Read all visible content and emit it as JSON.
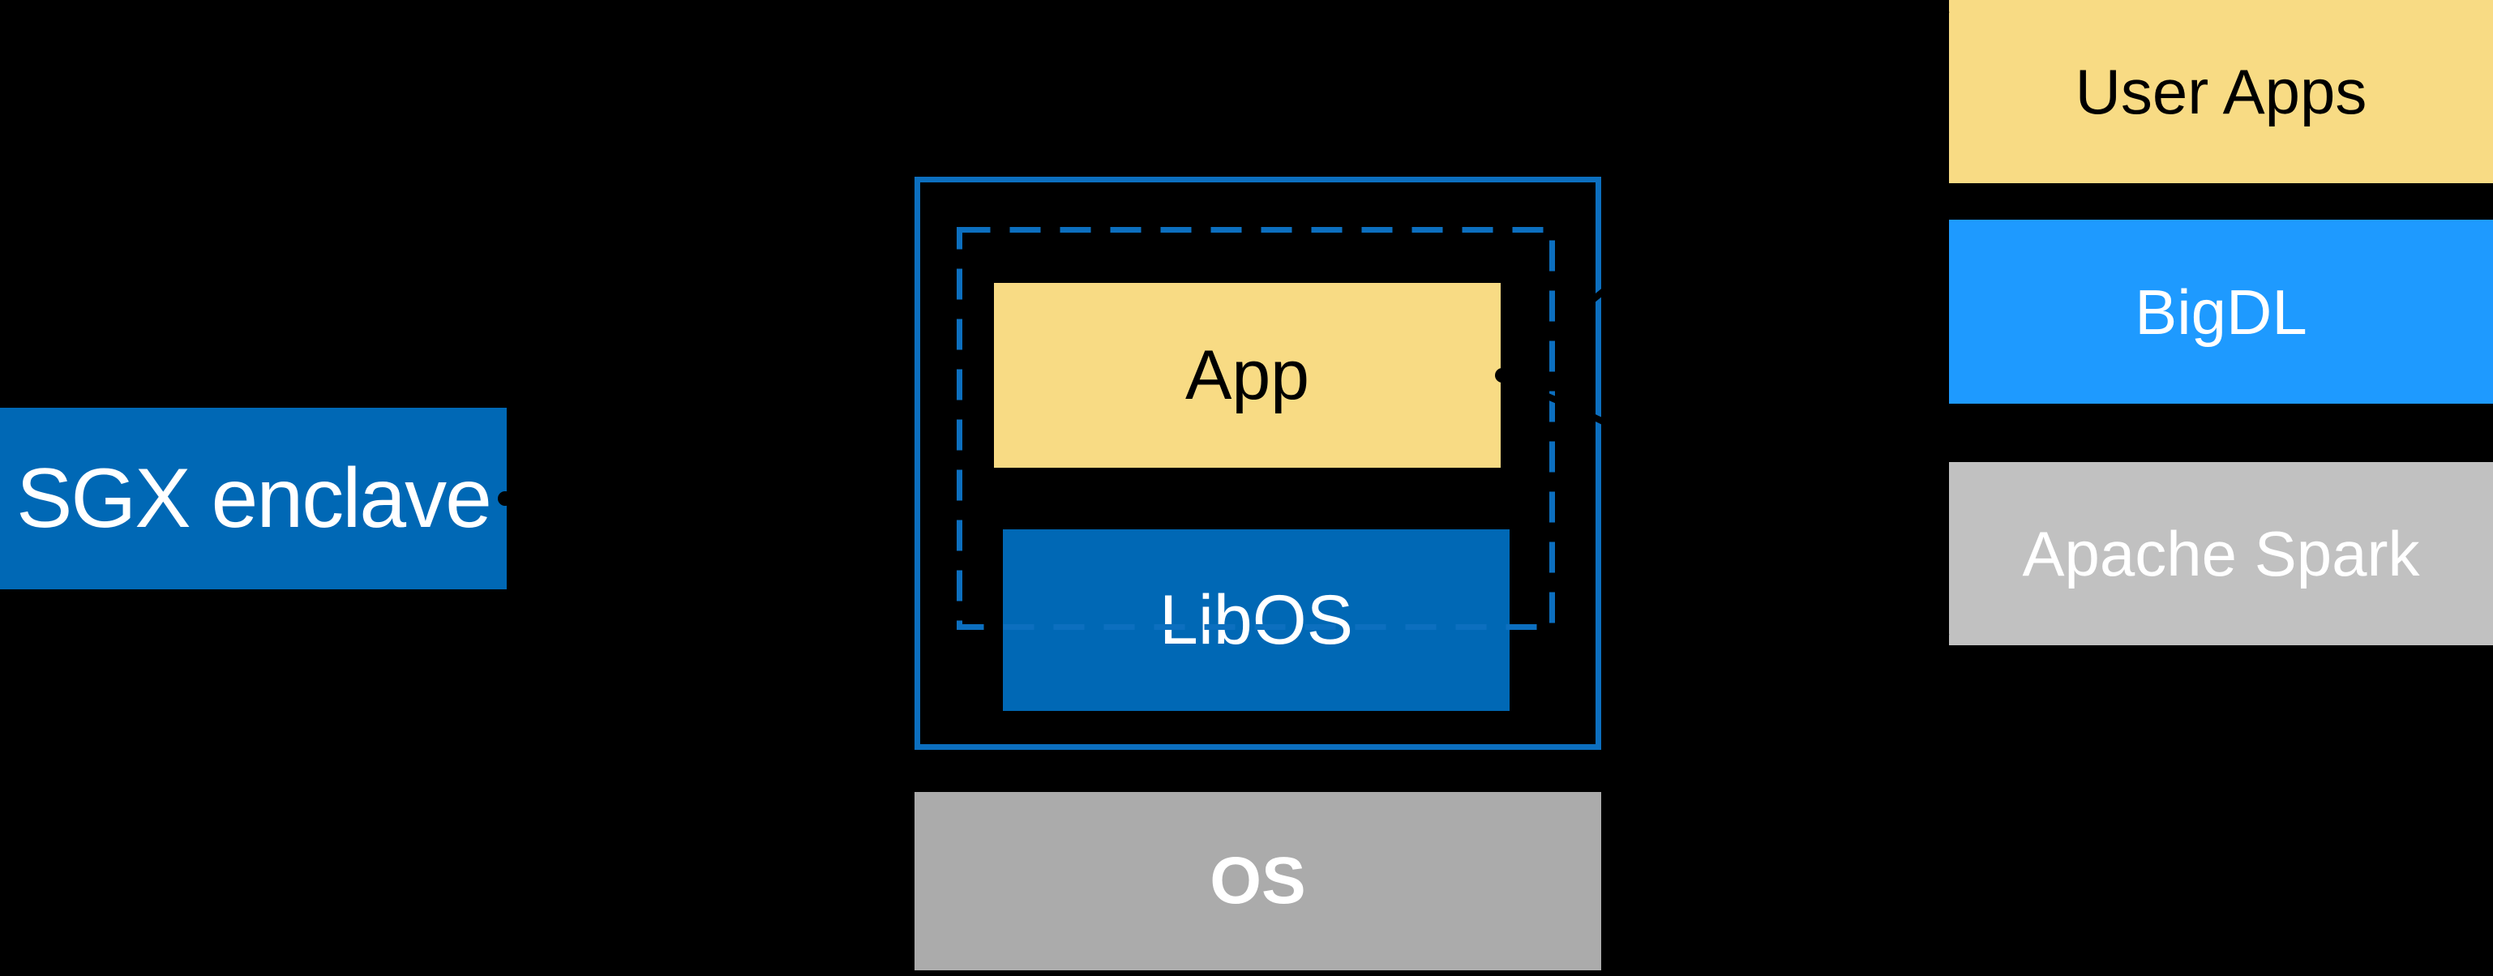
{
  "background": "#000000",
  "colors": {
    "background": "#000000",
    "intel-blue": "#0068b5",
    "border-blue": "#0c6fbf",
    "bigdl-blue": "#1e9aff",
    "soft-yellow": "#f8db84",
    "spark-gray": "#c1c1c1",
    "os-gray": "#ababab",
    "connector-black": "#000000",
    "text-dark": "#000000",
    "text-light": "#ffffff"
  },
  "diagram": {
    "sgx_label": {
      "text": "SGX enclave"
    },
    "enclave": {
      "app": {
        "text": "App"
      },
      "libos": {
        "text": "LibOS"
      }
    },
    "os": {
      "text": "OS"
    },
    "stack": {
      "user_apps": {
        "text": "User Apps"
      },
      "bigdl": {
        "text": "BigDL"
      },
      "apache_spark": {
        "text": "Apache Spark"
      }
    }
  }
}
